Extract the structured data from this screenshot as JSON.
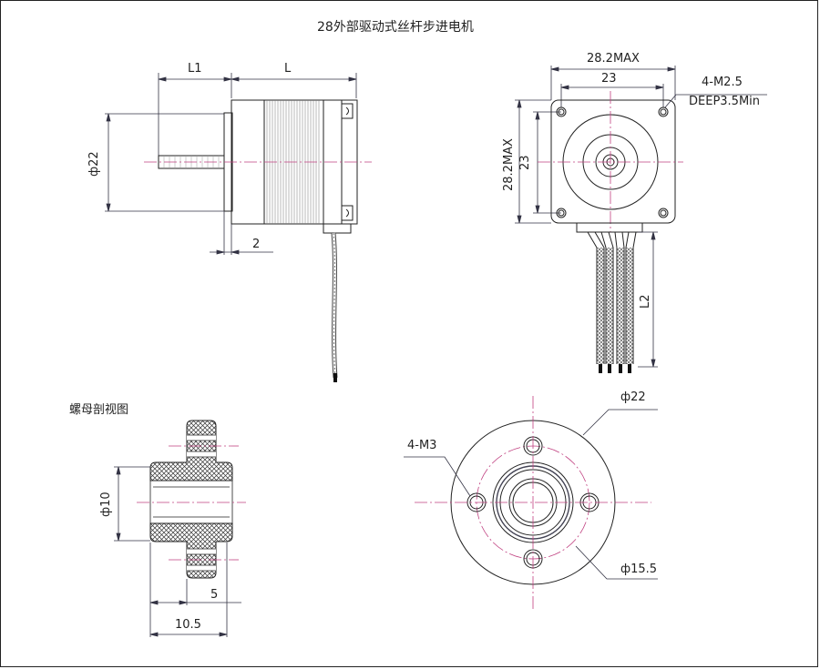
{
  "title": "28外部驱动式丝杆步进电机",
  "side_view": {
    "dim_L1": "L1",
    "dim_L": "L",
    "dim_phi22": "ф22",
    "dim_2": "2"
  },
  "front_view": {
    "dim_282max_top": "28.2MAX",
    "dim_23_top": "23",
    "dim_282max_side": "28.2MAX",
    "dim_23_side": "23",
    "hole_note_1": "4-M2.5",
    "hole_note_2": "DEEP3.5Min",
    "dim_L2": "L2"
  },
  "nut_section": {
    "label": "螺母剖视图",
    "dim_phi10": "ф10",
    "dim_5": "5",
    "dim_105": "10.5"
  },
  "nut_front": {
    "dim_phi22": "ф22",
    "dim_4m3": "4-M3",
    "dim_phi155": "ф15.5"
  }
}
